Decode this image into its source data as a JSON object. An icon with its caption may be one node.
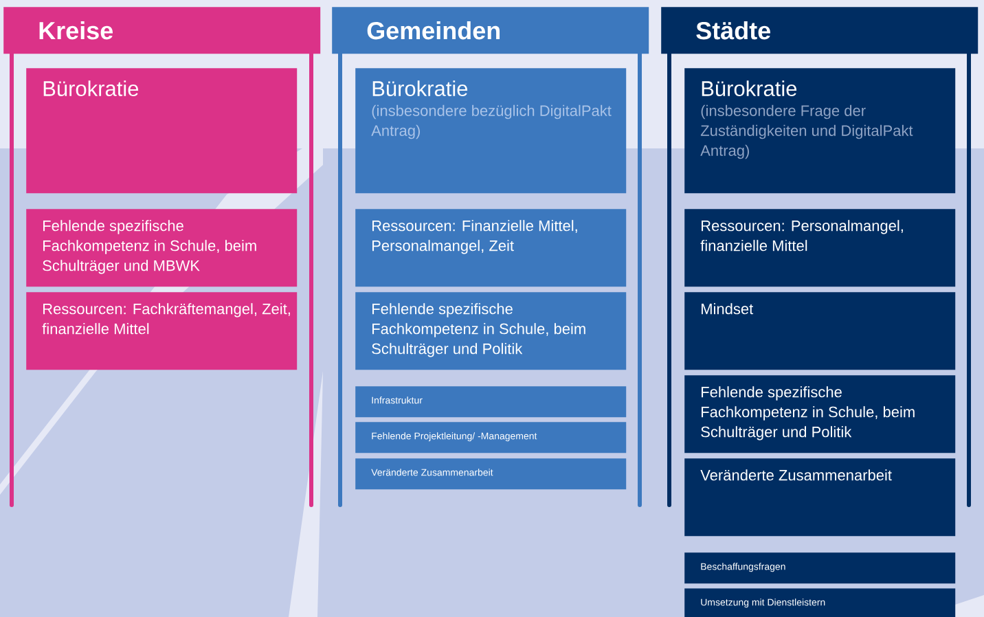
{
  "diagram": {
    "nodes": [
      {
        "text": [
          "Kreise"
        ]
      },
      {
        "text": [
          "Bürokratie"
        ]
      },
      {
        "text": [
          "Fehlende spezifische Fachkompetenz in Schule, beim Schulträger und MBWK"
        ]
      },
      {
        "text": [
          "Ressourcen: Fachkräftemangel, Zeit, finanzielle Mittel"
        ]
      },
      {
        "text": [
          "Gemeinden"
        ]
      },
      {
        "text": [
          "Bürokratie",
          "(insbesondere bezüglich DigitalPakt Antrag)"
        ]
      },
      {
        "text": [
          "Ressourcen: Finanzielle Mittel, Personalmangel, Zeit"
        ]
      },
      {
        "text": [
          "Fehlende spezifische Fachkompetenz in Schule, beim Schulträger und Politik"
        ]
      },
      {
        "text": [
          "Infrastruktur"
        ]
      },
      {
        "text": [
          "Fehlende Projektleitung/ -Management"
        ]
      },
      {
        "text": [
          "Veränderte Zusammenarbeit"
        ]
      },
      {
        "text": [
          "Städte"
        ]
      },
      {
        "text": [
          "Bürokratie",
          "(insbesondere Frage der Zuständigkeiten und DigitalPakt Antrag)"
        ]
      },
      {
        "text": [
          "Ressourcen: Personalmangel, finanzielle Mittel"
        ]
      },
      {
        "text": [
          "Mindset"
        ]
      },
      {
        "text": [
          "Fehlende spezifische Fachkompetenz in Schule, beim Schulträger und Politik"
        ]
      },
      {
        "text": [
          "Veränderte Zusammenarbeit"
        ]
      },
      {
        "text": [
          "Beschaffungsfragen"
        ]
      },
      {
        "text": [
          "Umsetzung mit Dienstleistern"
        ]
      }
    ]
  }
}
